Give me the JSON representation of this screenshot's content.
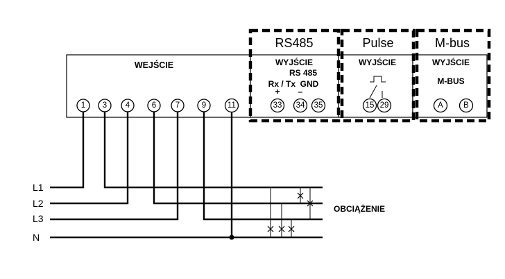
{
  "input_block": {
    "title": "WEJŚCIE",
    "terminals": [
      "1",
      "3",
      "4",
      "6",
      "7",
      "9",
      "11"
    ]
  },
  "modules": [
    {
      "header": "RS485",
      "label": "WYJŚCIE",
      "sub": "RS 485",
      "line": "Rx / Tx  GND",
      "signs": [
        "+",
        "–"
      ],
      "terminals": [
        "33",
        "34",
        "35"
      ]
    },
    {
      "header": "Pulse",
      "label": "WYJŚCIE",
      "terminals": [
        "15",
        "29"
      ]
    },
    {
      "header": "M-bus",
      "label": "WYJŚCIE",
      "sub": "M-BUS",
      "terminals": [
        "A",
        "B"
      ]
    }
  ],
  "lines": [
    "L1",
    "L2",
    "L3",
    "N"
  ],
  "load_label": "OBCIĄŻENIE"
}
